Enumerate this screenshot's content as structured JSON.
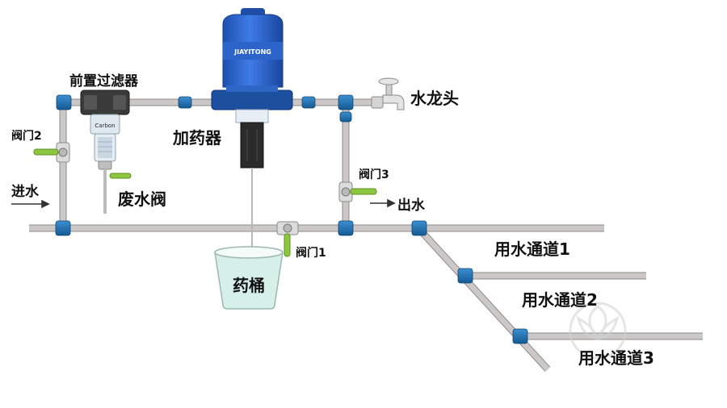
{
  "labels": {
    "pre_filter": "前置过滤器",
    "valve2": "阀门2",
    "water_in": "进水",
    "waste_valve": "废水阀",
    "doser": "加药器",
    "faucet": "水龙头",
    "valve3": "阀门3",
    "water_out": "出水",
    "valve1": "阀门1",
    "bucket": "药桶",
    "channel1": "用水通道1",
    "channel2": "用水通道2",
    "channel3": "用水通道3"
  },
  "doser_brand": "JIAYITONG",
  "filter_brand": "Carbon",
  "colors": {
    "pipe": "#c7c2c2",
    "pipe_edge": "#8f8a8a",
    "fitting": "#1f6fb0",
    "doser_body": "#2f6bd3",
    "valve_handle": "#8dc63f",
    "bucket_water": "#d6efe8",
    "watermark": "#d8d8d8"
  }
}
